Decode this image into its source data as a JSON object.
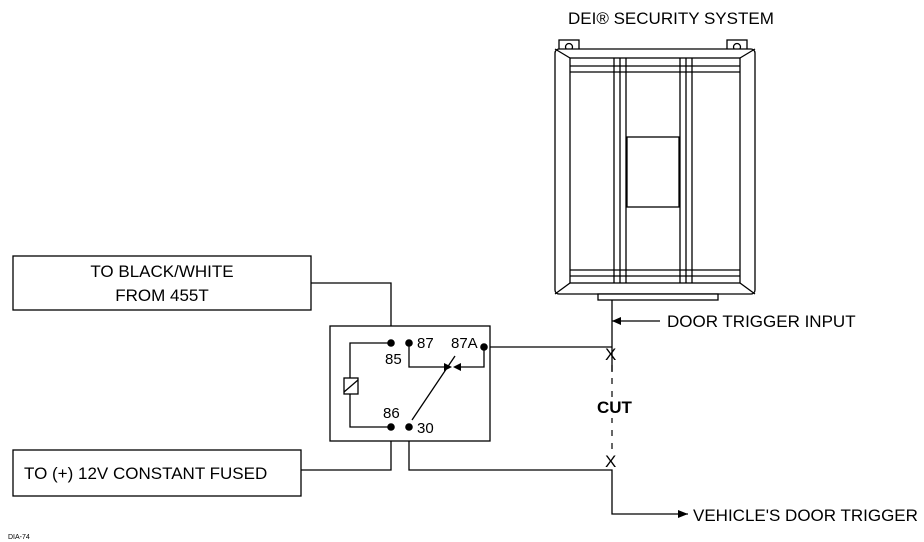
{
  "title": "DEI® SECURITY SYSTEM",
  "labels": {
    "black_white_line1": "TO BLACK/WHITE",
    "black_white_line2": "FROM 455T",
    "constant_fused": "TO (+) 12V CONSTANT FUSED",
    "door_trigger_input": "DOOR TRIGGER INPUT",
    "vehicle_door_trigger": "VEHICLE'S DOOR TRIGGER",
    "cut": "CUT",
    "cut_mark_top": "X",
    "cut_mark_bottom": "X",
    "diagram_id": "DIA-74"
  },
  "relay": {
    "pin_85": "85",
    "pin_86": "86",
    "pin_87": "87",
    "pin_87a": "87A",
    "pin_30": "30"
  }
}
